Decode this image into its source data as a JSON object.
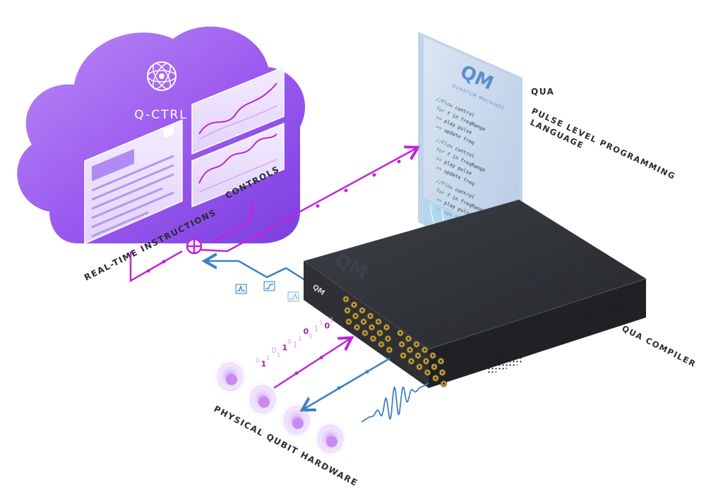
{
  "brand": {
    "cloud_name": "Q-CTRL",
    "device_logo": "QM",
    "panel_logo": "QM",
    "panel_subtitle": "QUANTUM MACHINES"
  },
  "labels": {
    "qua_title": "QUA",
    "qua_line1": "PULSE LEVEL PROGRAMMING",
    "qua_line2": "LANGUAGE",
    "controls": "CONTROLS",
    "real_time": "REAL-TIME INSTRUCTIONS",
    "compiler": "QUA COMPILER",
    "hardware": "PHYSICAL QUBIT HARDWARE"
  },
  "code_lines": [
    {
      "kw": "//Flow",
      "rest": " control"
    },
    {
      "kw": "for",
      "rest": " f in freqRange"
    },
    {
      "kw": ">>",
      "rest": " play pulse"
    },
    {
      "kw": ">>",
      "rest": " update freq"
    },
    {
      "kw": "//Flow",
      "rest": " control"
    },
    {
      "kw": "for",
      "rest": " f in freqRange"
    },
    {
      "kw": ">>",
      "rest": " play pulse"
    },
    {
      "kw": ">>",
      "rest": " update freq"
    },
    {
      "kw": "//Flow",
      "rest": " control"
    },
    {
      "kw": "for",
      "rest": " f in freqRange"
    },
    {
      "kw": ">>",
      "rest": " play pulse"
    },
    {
      "kw": ">>",
      "rest": " update freq"
    }
  ],
  "binary_bits": [
    "0",
    "1",
    "1",
    "0",
    "1",
    "1",
    "0",
    "1",
    "1",
    "0",
    "0",
    "1",
    "1",
    "0",
    "1"
  ],
  "colors": {
    "purple": "#c026d3",
    "blue": "#3b82c4",
    "cloud": "#9d5cf0",
    "device": "#2f3136",
    "glass": "#a9c4e6"
  },
  "icons": [
    "pulse-icon",
    "step-icon",
    "ramp-icon"
  ]
}
